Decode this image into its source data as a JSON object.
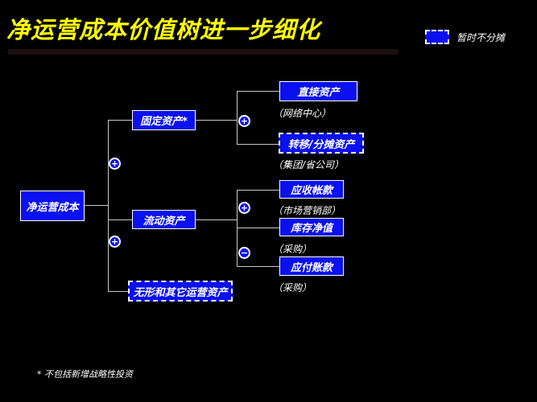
{
  "page": {
    "background": "#000000",
    "accent_blue": "#0a10ef",
    "title_color": "#ffff00",
    "line_color": "#c8c8c8",
    "text_color": "#ffffff"
  },
  "title": "净运营成本价值树进一步细化",
  "legend": {
    "label": "暂时不分摊"
  },
  "tree": {
    "root": {
      "label": "净运营成本"
    },
    "level2": {
      "fixed": {
        "label": "固定资产*"
      },
      "current": {
        "label": "流动资产"
      },
      "intangible": {
        "label": "无形和其它运营资产"
      }
    },
    "level3": {
      "direct": {
        "label": "直接资产",
        "sub": "（网络中心）"
      },
      "transfer": {
        "label": "转移/分摊资产",
        "sub": "（集团/省公司）"
      },
      "receivable": {
        "label": "应收帐款",
        "sub": "（市场营销部）"
      },
      "inventory": {
        "label": "库存净值",
        "sub": "（采购）"
      },
      "payable": {
        "label": "应付账款",
        "sub": "（采购）"
      }
    },
    "operators": {
      "left_top": "+",
      "left_bottom": "+",
      "fixed_children": "+",
      "current_top": "+",
      "current_bottom": "−"
    }
  },
  "footnote": "* 不包括新增战略性投资"
}
